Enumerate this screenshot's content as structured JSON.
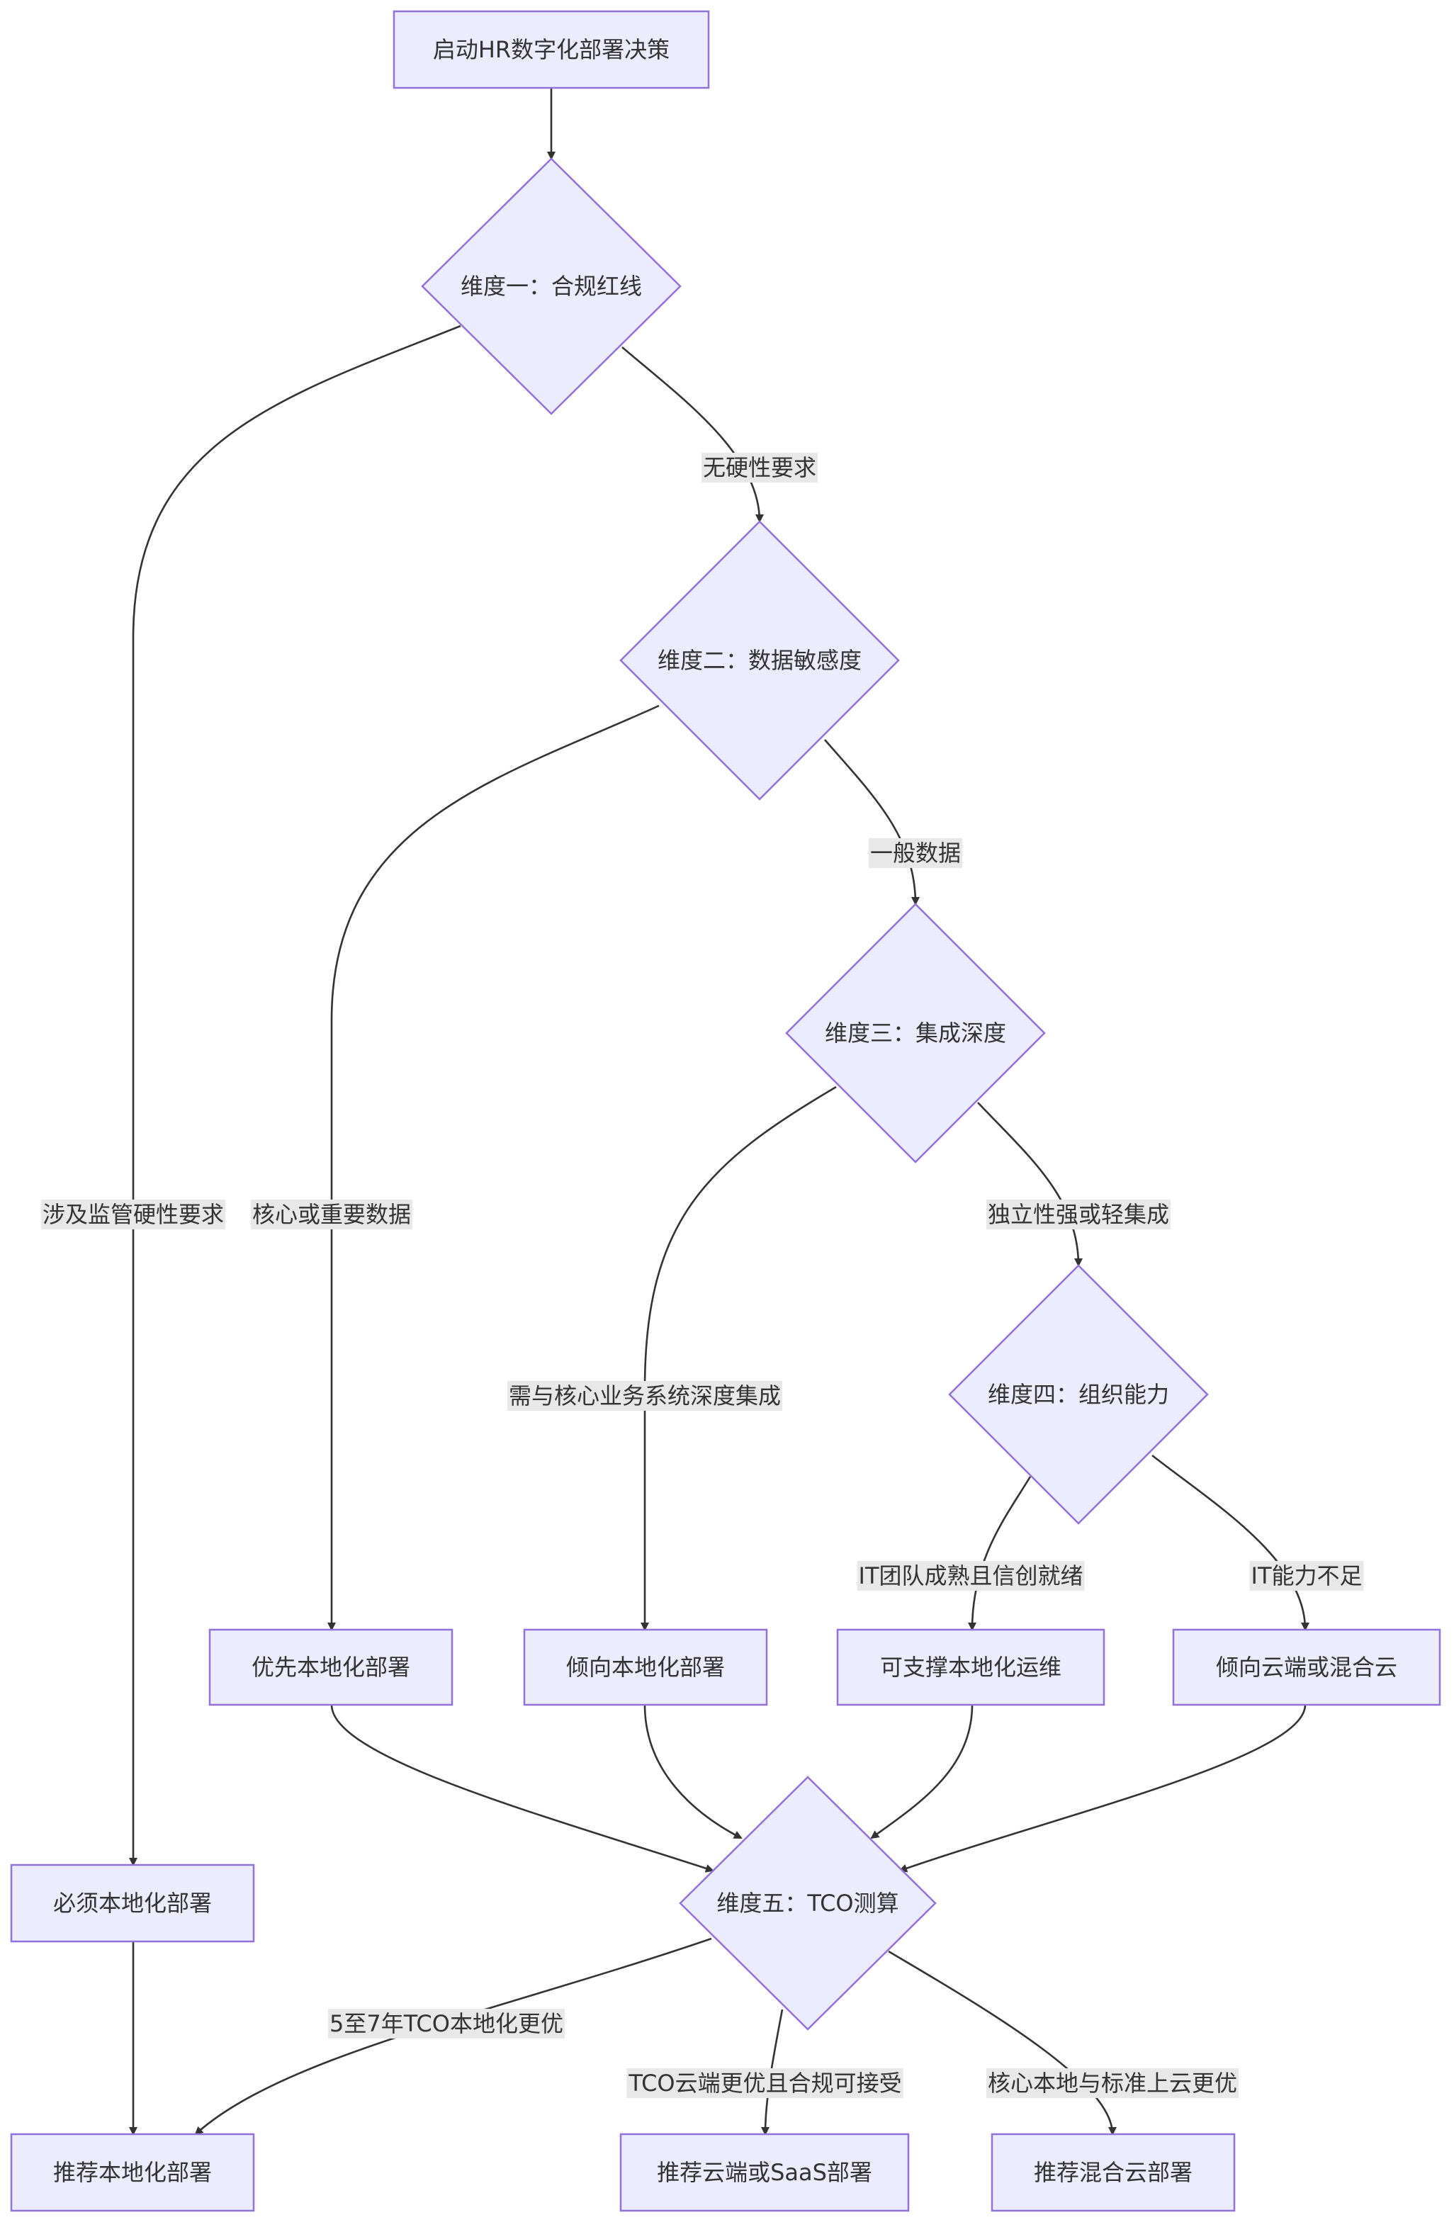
{
  "nodes": {
    "start": "启动HR数字化部署决策",
    "d1": "维度一：合规红线",
    "d2": "维度二：数据敏感度",
    "d3": "维度三：集成深度",
    "d4": "维度四：组织能力",
    "d5": "维度五：TCO测算",
    "must_local": "必须本地化部署",
    "prefer_local": "优先本地化部署",
    "lean_local": "倾向本地化部署",
    "support_local": "可支撑本地化运维",
    "lean_cloud": "倾向云端或混合云",
    "rec_local": "推荐本地化部署",
    "rec_cloud": "推荐云端或SaaS部署",
    "rec_hybrid": "推荐混合云部署"
  },
  "edges": {
    "d1_no": "无硬性要求",
    "d1_yes": "涉及监管硬性要求",
    "d2_general": "一般数据",
    "d2_core": "核心或重要数据",
    "d3_light": "独立性强或轻集成",
    "d3_deep": "需与核心业务系统深度集成",
    "d4_ready": "IT团队成熟且信创就绪",
    "d4_weak": "IT能力不足",
    "d5_local": "5至7年TCO本地化更优",
    "d5_cloud": "TCO云端更优且合规可接受",
    "d5_hybrid": "核心本地与标准上云更优"
  },
  "colors": {
    "node_fill": "#ECECFF",
    "node_stroke": "#9370DB",
    "edge": "#333333",
    "label_bg": "#E8E8E8"
  }
}
